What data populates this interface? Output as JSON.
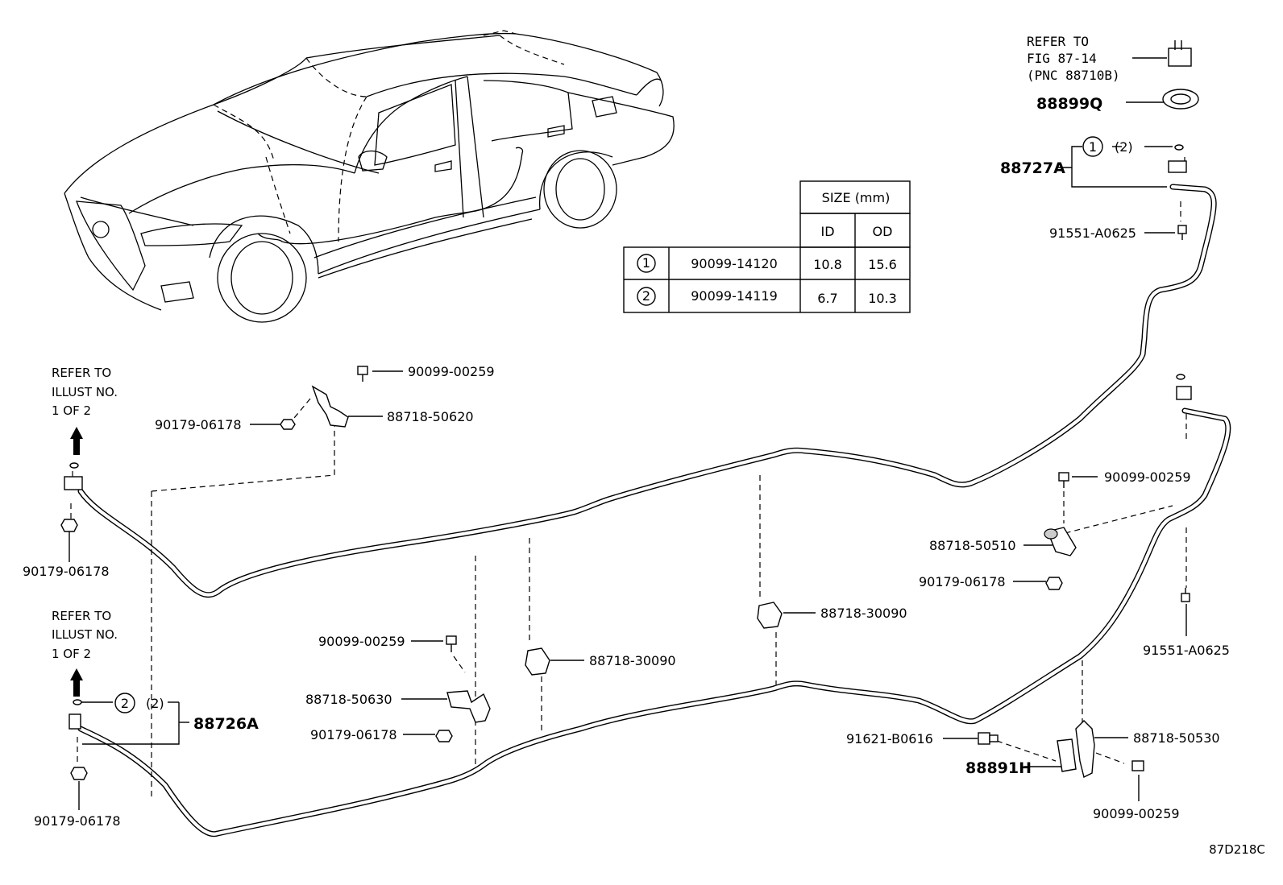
{
  "figure_code": "87D218C",
  "refer_fig": [
    "REFER TO",
    "FIG 87-14",
    "(PNC 88710B)"
  ],
  "refer_illust_top": [
    "REFER TO",
    "ILLUST NO.",
    "1 OF 2"
  ],
  "refer_illust_bottom": [
    "REFER TO",
    "ILLUST NO.",
    "1 OF 2"
  ],
  "size_table": {
    "header_size": "SIZE (mm)",
    "header_id": "ID",
    "header_od": "OD",
    "rows": [
      {
        "key": "1",
        "part": "90099-14120",
        "id": "10.8",
        "od": "15.6"
      },
      {
        "key": "2",
        "part": "90099-14119",
        "id": "6.7",
        "od": "10.3"
      }
    ]
  },
  "labels": {
    "p88899q": "88899Q",
    "p88727a": "88727A",
    "circle1": "1",
    "qty_2_top": "(2)",
    "p91551_top": "91551-A0625",
    "p90099_a": "90099-00259",
    "p88718_50620": "88718-50620",
    "p90179_a": "90179-06178",
    "p90179_b": "90179-06178",
    "p90099_b": "90099-00259",
    "p88718_50510": "88718-50510",
    "p90179_c": "90179-06178",
    "p91551_bot": "91551-A0625",
    "p88718_30090_a": "88718-30090",
    "p88718_30090_b": "88718-30090",
    "p90099_c": "90099-00259",
    "p88718_50630": "88718-50630",
    "p90179_d": "90179-06178",
    "circle2": "2",
    "qty_2_bot": "(2)",
    "p88726a": "88726A",
    "p90179_e": "90179-06178",
    "p91621": "91621-B0616",
    "p88718_50530": "88718-50530",
    "p88891h": "88891H",
    "p90099_d": "90099-00259"
  }
}
